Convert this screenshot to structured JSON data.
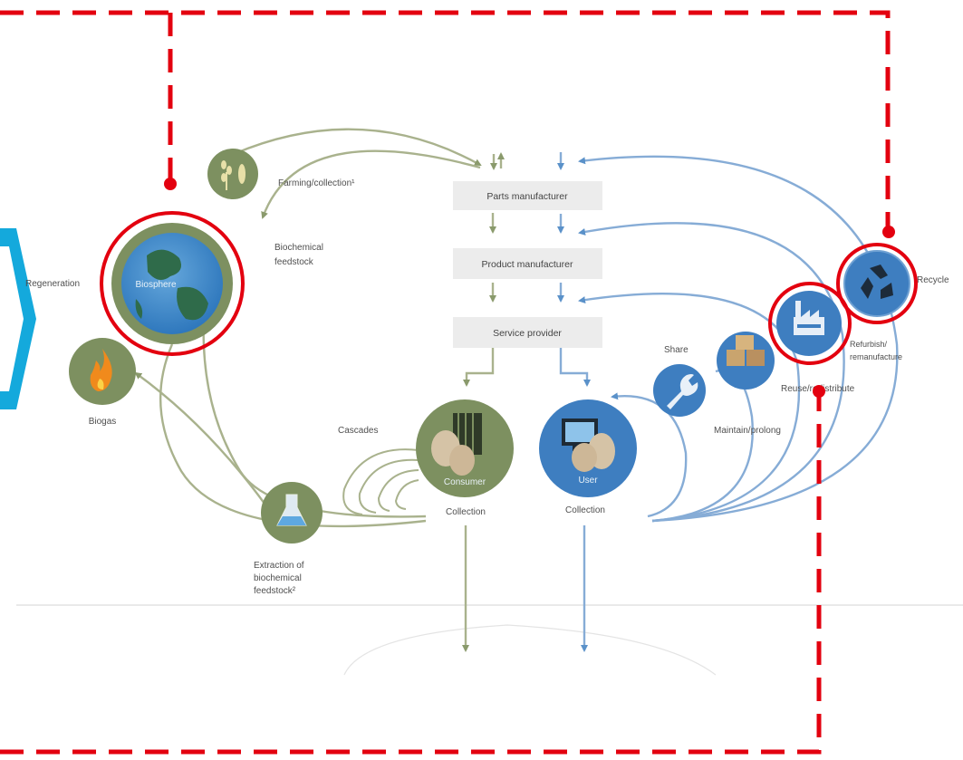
{
  "colors": {
    "green": "#7d9060",
    "green_light": "#a8b38a",
    "blue": "#3e7ec0",
    "blue_light": "#6fa1d3",
    "red_dash": "#e3000f",
    "chevron": "#14a9dc",
    "box_fill": "#ececec",
    "text_gray": "#4f4f4f"
  },
  "icons": {
    "biosphere": "globe-icon",
    "farming": "wheat-fish-icon",
    "biogas": "flame-icon",
    "extraction": "flask-icon",
    "consumer": "consumer-person-icon",
    "user": "user-computer-icon",
    "share": "wrench-icon",
    "reuse": "boxes-icon",
    "refurbish": "factory-icon",
    "recycle": "recycle-icon"
  },
  "manufacturing": {
    "parts": "Parts manufacturer",
    "product": "Product manufacturer",
    "service": "Service provider"
  },
  "biological": {
    "regeneration": "Regeneration",
    "biosphere": "Biosphere",
    "biogas": "Biogas",
    "farming": "Farming/collection¹",
    "feedstock_line1": "Biochemical",
    "feedstock_line2": "feedstock",
    "cascades": "Cascades",
    "consumer": "Consumer",
    "collection": "Collection",
    "extraction_line1": "Extraction of",
    "extraction_line2": "biochemical",
    "extraction_line3": "feedstock²"
  },
  "technical": {
    "user": "User",
    "collection": "Collection",
    "share": "Share",
    "maintain": "Maintain/prolong",
    "reuse": "Reuse/redistribute",
    "refurbish_line1": "Refurbish/",
    "refurbish_line2": "remanufacture",
    "recycle": "Recycle"
  }
}
